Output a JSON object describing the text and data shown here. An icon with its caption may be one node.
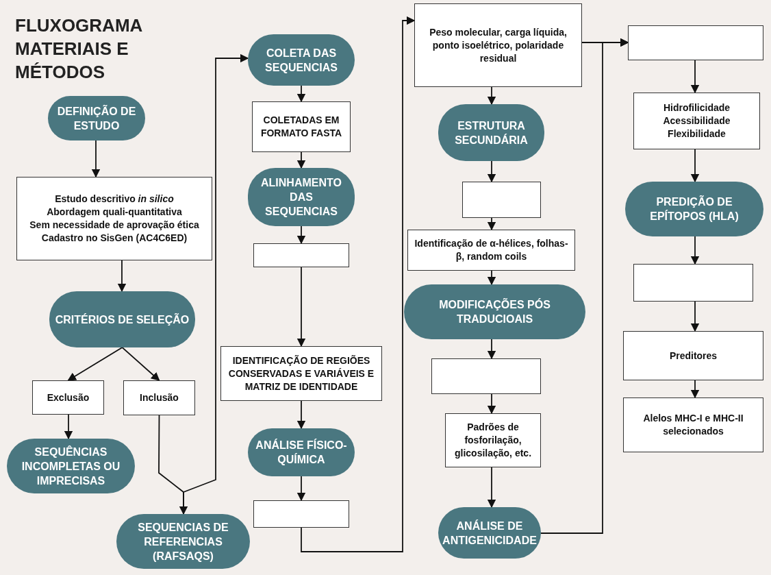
{
  "diagram": {
    "title": "FLUXOGRAMA MATERIAIS E MÉTODOS",
    "nodes": [
      {
        "text": [
          "DEFINIÇÃO DE ESTUDO"
        ]
      },
      {
        "text": [
          "Estudo descritivo *in silico*",
          "Abordagem quali-quantitativa",
          "Sem necessidade de aprovação ética",
          "Cadastro no SisGen (AC4C6ED)"
        ]
      },
      {
        "text": [
          "CRITÉRIOS DE SELEÇÃO"
        ]
      },
      {
        "text": [
          "Exclusão"
        ]
      },
      {
        "text": [
          "Inclusão"
        ]
      },
      {
        "text": [
          "SEQUÊNCIAS INCOMPLETAS OU IMPRECISAS"
        ]
      },
      {
        "text": [
          "SEQUENCIAS DE REFERENCIAS (RAFSAQS)"
        ]
      },
      {
        "text": [
          "COLETA DAS SEQUENCIAS"
        ]
      },
      {
        "text": [
          "COLETADAS EM FORMATO FASTA"
        ]
      },
      {
        "text": [
          "ALINHAMENTO DAS SEQUENCIAS"
        ]
      },
      {
        "text": [],
        "shape": "box"
      },
      {
        "text": [
          "IDENTIFICAÇÃO DE REGIÕES CONSERVADAS E VARIÁVEIS E MATRIZ DE IDENTIDADE"
        ]
      },
      {
        "text": [
          "ANÁLISE FÍSICO-QUÍMICA"
        ]
      },
      {
        "text": [],
        "shape": "box"
      },
      {
        "text": [
          "Peso molecular, carga líquida, ponto isoelétrico, polaridade residual"
        ]
      },
      {
        "text": [
          "ESTRUTURA SECUNDÁRIA"
        ]
      },
      {
        "text": [],
        "shape": "box"
      },
      {
        "text": [
          "Identificação de α-hélices, folhas-β, random coils"
        ]
      },
      {
        "text": [
          "MODIFICAÇÕES PÓS TRADUCIOAIS"
        ]
      },
      {
        "text": [],
        "shape": "box"
      },
      {
        "text": [
          "Padrões de fosforilação, glicosilação, etc."
        ]
      },
      {
        "text": [
          "ANÁLISE DE ANTIGENICIDADE"
        ]
      },
      {
        "text": [],
        "shape": "box"
      },
      {
        "text": [
          "Hidrofilicidade",
          "Acessibilidade",
          "Flexibilidade"
        ]
      },
      {
        "text": [
          "PREDIÇÃO DE EPÍTOPOS (HLA)"
        ]
      },
      {
        "text": [],
        "shape": "box"
      },
      {
        "text": [
          "Preditores"
        ]
      },
      {
        "text": [
          "Alelos MHC-I e MHC-II selecionados"
        ]
      }
    ],
    "edges": [
      {
        "from": 0,
        "to": 1,
        "arrow": "to"
      },
      {
        "from": 1,
        "to": 2,
        "arrow": "to"
      },
      {
        "from": 2,
        "to": 3,
        "arrow": "to"
      },
      {
        "from": 2,
        "to": 4,
        "arrow": "to"
      },
      {
        "from": 3,
        "to": 5,
        "arrow": "to"
      },
      {
        "from": 4,
        "to": 6,
        "arrow": "to"
      },
      {
        "from": 6,
        "to": 7,
        "arrow": "to"
      },
      {
        "from": 7,
        "to": 8,
        "arrow": "to"
      },
      {
        "from": 8,
        "to": 9,
        "arrow": "to"
      },
      {
        "from": 9,
        "to": 10,
        "arrow": "to"
      },
      {
        "from": 10,
        "to": 11,
        "arrow": "to"
      },
      {
        "from": 11,
        "to": 12,
        "arrow": "to"
      },
      {
        "from": 12,
        "to": 13,
        "arrow": "to"
      },
      {
        "from": 13,
        "to": 14,
        "arrow": "to"
      },
      {
        "from": 14,
        "to": 15,
        "arrow": "to"
      },
      {
        "from": 15,
        "to": 16,
        "arrow": "to"
      },
      {
        "from": 16,
        "to": 17,
        "arrow": "to"
      },
      {
        "from": 17,
        "to": 18,
        "arrow": "to"
      },
      {
        "from": 18,
        "to": 19,
        "arrow": "to"
      },
      {
        "from": 19,
        "to": 20,
        "arrow": "to"
      },
      {
        "from": 20,
        "to": 21,
        "arrow": "to"
      },
      {
        "from": 14,
        "to": 22,
        "arrow": "to"
      },
      {
        "from": 21,
        "to": 22,
        "arrow": "to"
      },
      {
        "from": 22,
        "to": 23,
        "arrow": "to"
      },
      {
        "from": 23,
        "to": 24,
        "arrow": "to"
      },
      {
        "from": 24,
        "to": 25,
        "arrow": "to"
      },
      {
        "from": 25,
        "to": 26,
        "arrow": "to"
      },
      {
        "from": 26,
        "to": 27,
        "arrow": "to"
      }
    ]
  }
}
